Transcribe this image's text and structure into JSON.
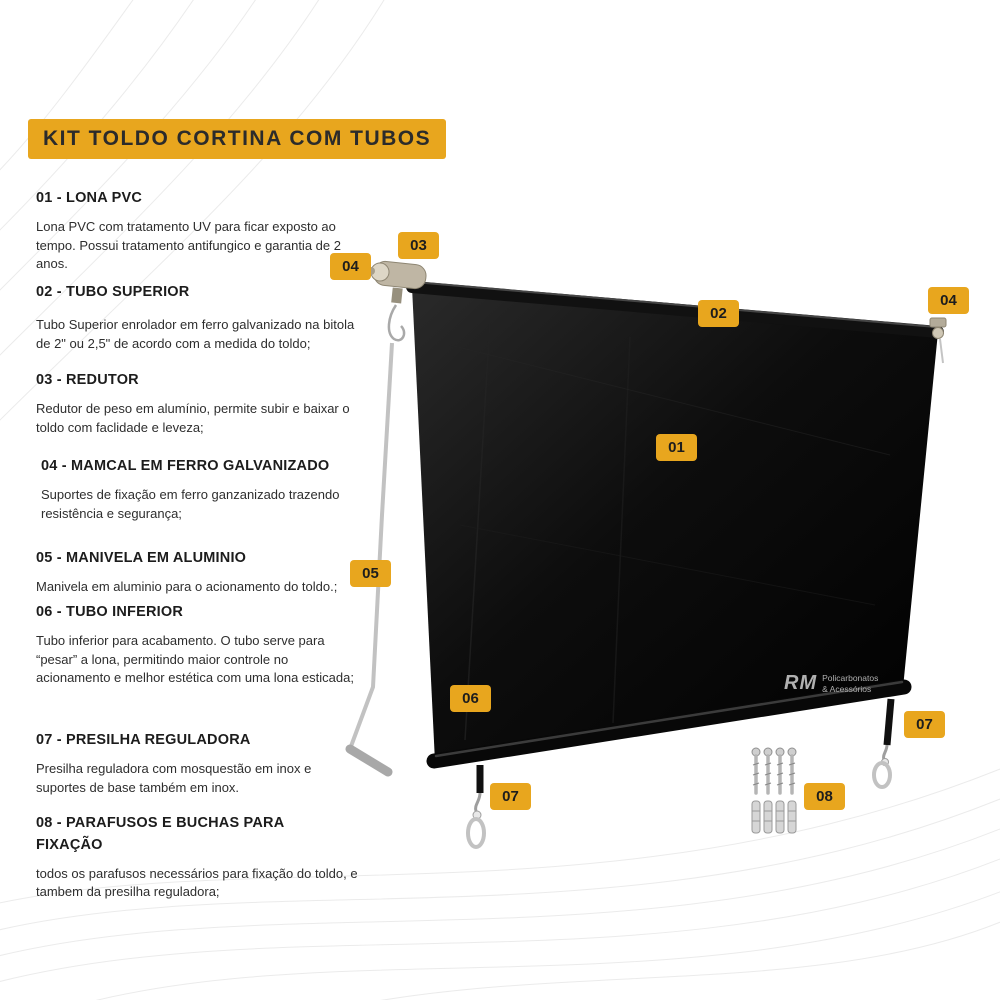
{
  "title": "KIT TOLDO CORTINA COM TUBOS",
  "colors": {
    "accent": "#E8A61E",
    "canvas": "#0b0b0b"
  },
  "items": [
    {
      "heading": "01 - LONA PVC",
      "body": "Lona PVC com tratamento UV para ficar exposto ao tempo. Possui tratamento antifungico e garantia de 2 anos."
    },
    {
      "heading": "02 - TUBO SUPERIOR",
      "body": "Tubo Superior enrolador em ferro galvanizado na bitola de 2\" ou 2,5\" de acordo com a medida do toldo;"
    },
    {
      "heading": "03 - REDUTOR",
      "body": "Redutor de peso em alumínio, permite subir e baixar o toldo com faclidade e leveza;"
    },
    {
      "heading": "04 - MAMCAL  EM FERRO GALVANIZADO",
      "body": "Suportes de fixação em ferro ganzanizado trazendo resistência e segurança;"
    },
    {
      "heading": "05 - MANIVELA EM ALUMINIO",
      "body": "Manivela em aluminio para o acionamento do toldo.;"
    },
    {
      "heading": "06 - TUBO INFERIOR",
      "body": "Tubo inferior para acabamento. O tubo serve para “pesar” a lona, permitindo maior controle no acionamento e melhor estética com uma lona esticada;"
    },
    {
      "heading": "07 - PRESILHA REGULADORA",
      "body": "Presilha reguladora com mosquestão em inox e suportes de base também em inox."
    },
    {
      "heading": "08 - PARAFUSOS E BUCHAS PARA FIXAÇÃO",
      "body": "todos os parafusos necessários para fixação do toldo, e tambem da presilha reguladora;"
    }
  ],
  "badges": [
    "03",
    "04",
    "02",
    "04",
    "01",
    "05",
    "06",
    "07",
    "07",
    "08"
  ],
  "watermark": {
    "initials": "RM",
    "line1": "Policarbonatos",
    "line2": "& Acessórios"
  }
}
